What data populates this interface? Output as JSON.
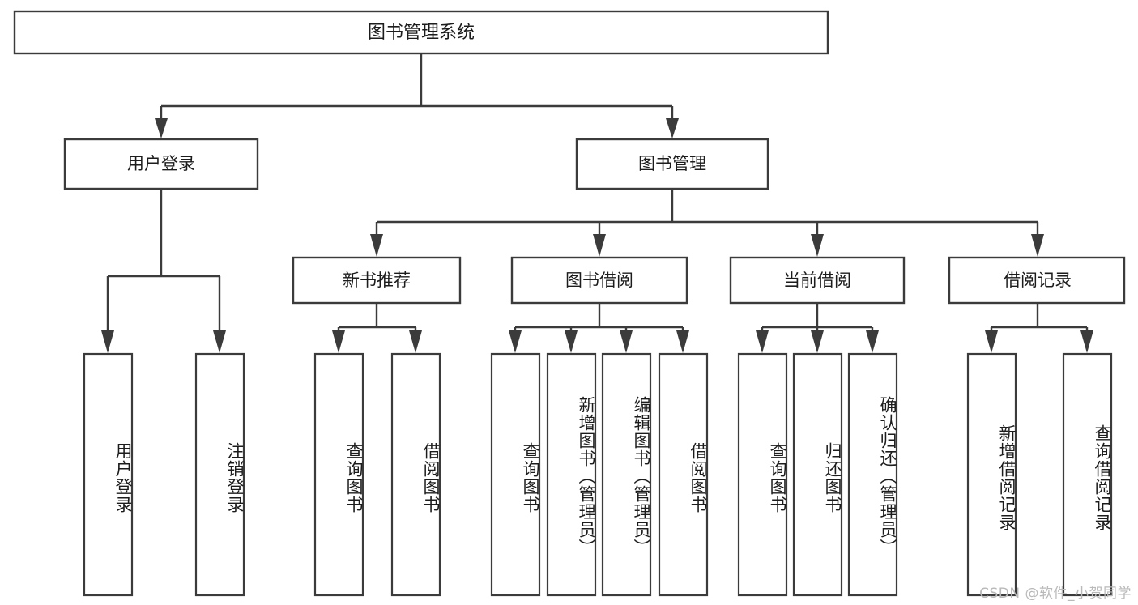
{
  "diagram": {
    "title": "图书管理系统",
    "type": "tree",
    "orientation": "top-down",
    "colors": {
      "box_stroke": "#3b3b3b",
      "box_fill": "#ffffff",
      "connector": "#3b3b3b",
      "text": "#1c1c1c",
      "background": "#ffffff",
      "watermark": "#b9b9b9"
    },
    "root": {
      "label": "图书管理系统"
    },
    "level2": [
      {
        "id": "user-login",
        "label": "用户登录"
      },
      {
        "id": "book-manage",
        "label": "图书管理"
      }
    ],
    "level3": [
      {
        "id": "new-book-recommend",
        "label": "新书推荐"
      },
      {
        "id": "book-borrow",
        "label": "图书借阅"
      },
      {
        "id": "current-borrow",
        "label": "当前借阅"
      },
      {
        "id": "borrow-record",
        "label": "借阅记录"
      }
    ],
    "leaves": [
      {
        "id": "leaf-user-login",
        "parent": "user-login",
        "label": "用户登录"
      },
      {
        "id": "leaf-logout",
        "parent": "user-login",
        "label": "注销登录"
      },
      {
        "id": "leaf-query-book-1",
        "parent": "new-book-recommend",
        "label": "查询图书"
      },
      {
        "id": "leaf-borrow-book-1",
        "parent": "new-book-recommend",
        "label": "借阅图书"
      },
      {
        "id": "leaf-query-book-2",
        "parent": "book-borrow",
        "label": "查询图书"
      },
      {
        "id": "leaf-add-book",
        "parent": "book-borrow",
        "label": "新增图书（管理员）"
      },
      {
        "id": "leaf-edit-book",
        "parent": "book-borrow",
        "label": "编辑图书（管理员）"
      },
      {
        "id": "leaf-borrow-book-2",
        "parent": "book-borrow",
        "label": "借阅图书"
      },
      {
        "id": "leaf-query-book-3",
        "parent": "current-borrow",
        "label": "查询图书"
      },
      {
        "id": "leaf-return-book",
        "parent": "current-borrow",
        "label": "归还图书"
      },
      {
        "id": "leaf-confirm-return",
        "parent": "current-borrow",
        "label": "确认归还（管理员）"
      },
      {
        "id": "leaf-add-record",
        "parent": "borrow-record",
        "label": "新增借阅记录"
      },
      {
        "id": "leaf-query-record",
        "parent": "borrow-record",
        "label": "查询借阅记录"
      }
    ]
  },
  "watermark": {
    "text": "CSDN @软件_小贺同学"
  }
}
